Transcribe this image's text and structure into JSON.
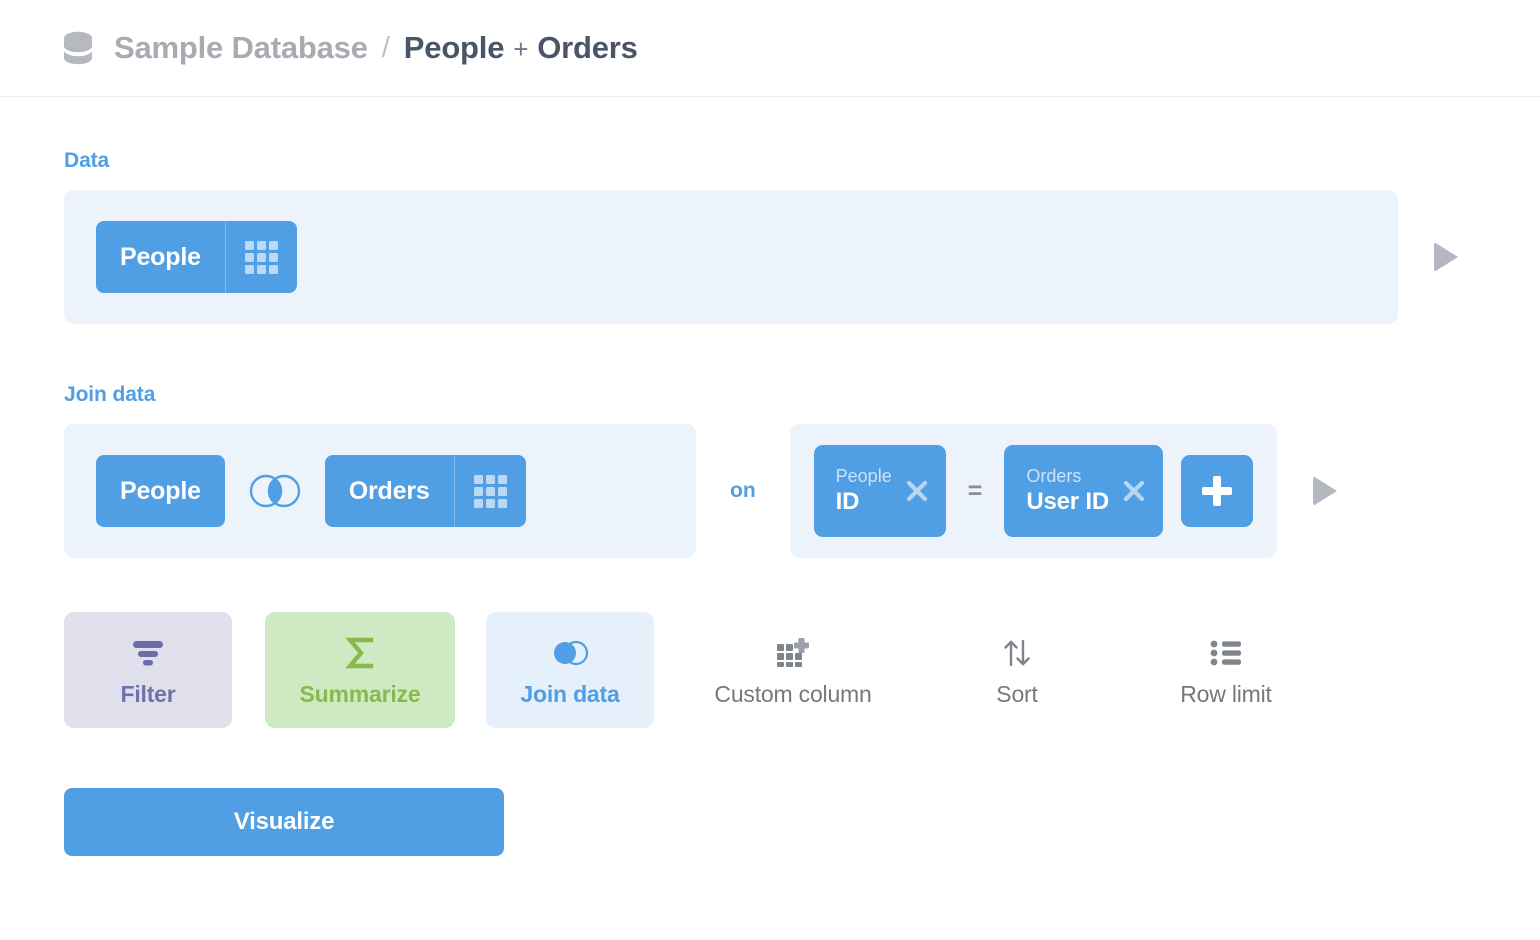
{
  "header": {
    "db_icon": "database-icon",
    "database": "Sample Database",
    "separator": "/",
    "title_left": "People",
    "title_plus": "+",
    "title_right": "Orders"
  },
  "data_section": {
    "label": "Data",
    "table": "People",
    "table_icon": "grid-icon",
    "run_icon": "play-icon"
  },
  "join_section": {
    "label": "Join data",
    "left_table": "People",
    "join_type_icon": "inner-join-venn-icon",
    "right_table": "Orders",
    "right_table_icon": "grid-icon",
    "on_label": "on",
    "condition": {
      "left": {
        "table": "People",
        "column": "ID",
        "remove_icon": "close-icon"
      },
      "operator": "=",
      "right": {
        "table": "Orders",
        "column": "User ID",
        "remove_icon": "close-icon"
      },
      "add_icon": "plus-icon"
    },
    "run_icon": "play-icon"
  },
  "actions": [
    {
      "name": "filter",
      "label": "Filter",
      "icon": "filter-icon",
      "color": "#7172ad",
      "bg": "#e0dfec"
    },
    {
      "name": "summarize",
      "label": "Summarize",
      "icon": "sigma-icon",
      "color": "#84bb4c",
      "bg": "#cfeac3"
    },
    {
      "name": "join-data",
      "label": "Join data",
      "icon": "join-venn-icon",
      "color": "#509ee3",
      "bg": "#e5f0fb"
    },
    {
      "name": "custom-column",
      "label": "Custom column",
      "icon": "add-column-icon",
      "color": "#74797d",
      "bg": "transparent"
    },
    {
      "name": "sort",
      "label": "Sort",
      "icon": "sort-arrows-icon",
      "color": "#74797d",
      "bg": "transparent"
    },
    {
      "name": "row-limit",
      "label": "Row limit",
      "icon": "list-icon",
      "color": "#74797d",
      "bg": "transparent"
    }
  ],
  "visualize": {
    "label": "Visualize"
  },
  "colors": {
    "brand_blue": "#509ee3",
    "panel_blue": "#edf3fb",
    "filter_purple": "#7172ad",
    "summarize_green": "#84bb4c",
    "muted_gray": "#74797d",
    "title_navy": "#4a5568"
  }
}
